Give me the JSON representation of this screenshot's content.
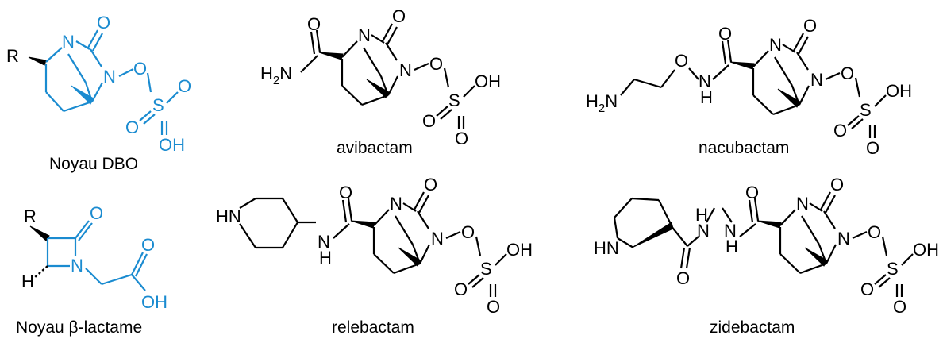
{
  "colors": {
    "core": "#1a8bd0",
    "black": "#000000"
  },
  "compounds": [
    {
      "name": "Noyau DBO"
    },
    {
      "name": "avibactam"
    },
    {
      "name": "nacubactam"
    },
    {
      "name": "Noyau β-lactame"
    },
    {
      "name": "relebactam"
    },
    {
      "name": "zidebactam"
    }
  ],
  "atoms": {
    "R": "R",
    "N": "N",
    "O": "O",
    "S": "S",
    "OH": "OH",
    "H": "H",
    "HN": "HN",
    "H2N_main": "H",
    "H2N_sub": "2",
    "H2N_N": "N"
  }
}
